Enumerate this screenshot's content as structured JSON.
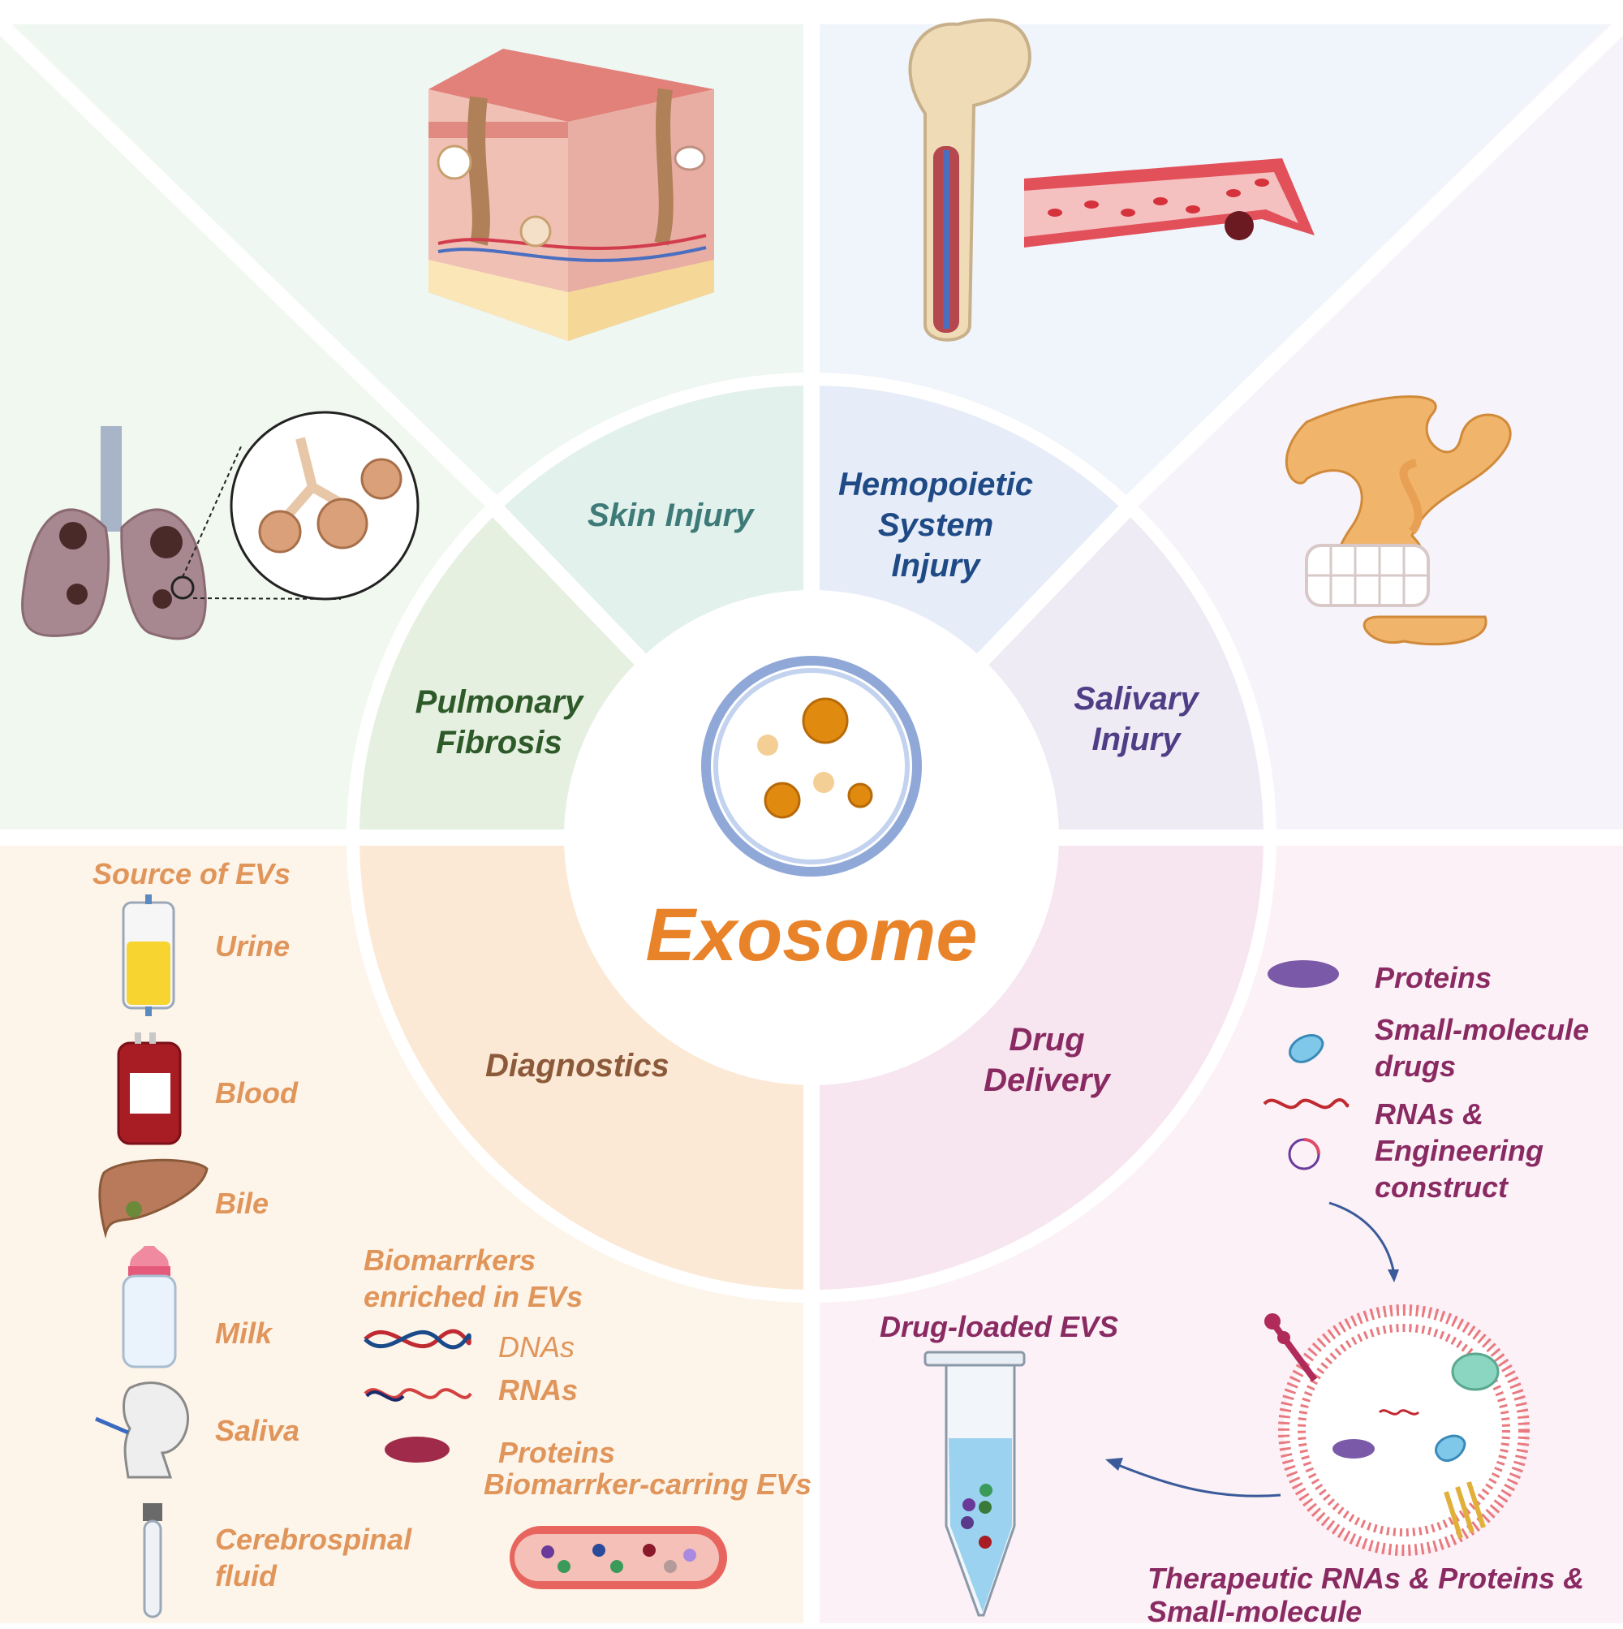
{
  "center": {
    "title": "Exosome"
  },
  "segments": {
    "skin": "Skin Injury",
    "hemo": [
      "Hemopoietic",
      "System",
      "Injury"
    ],
    "salivary": [
      "Salivary",
      "Injury"
    ],
    "pulmonary": [
      "Pulmonary",
      "Fibrosis"
    ],
    "diagnostics": "Diagnostics",
    "drug": [
      "Drug",
      "Delivery"
    ]
  },
  "diagnostics_panel": {
    "heading": "Source of EVs",
    "sources": [
      "Urine",
      "Blood",
      "Bile",
      "Milk",
      "Saliva",
      "Cerebrospinal",
      "fluid"
    ],
    "biomarkers_heading": [
      "Biomarrkers",
      "enriched in EVs"
    ],
    "biomarkers": [
      "DNAs",
      "RNAs",
      "Proteins"
    ],
    "carrying_label": "Biomarrker-carring EVs"
  },
  "drug_panel": {
    "cargo": [
      "Proteins",
      "Small-molecule",
      "drugs",
      "RNAs &",
      "Engineering",
      "construct"
    ],
    "loaded_label": "Drug-loaded EVS",
    "therapeutic_label": [
      "Therapeutic RNAs & Proteins &",
      "Small-molecule"
    ]
  },
  "colors": {
    "exosome_orange": "#e8832a",
    "skin_teal": "#3d7a78",
    "hemo_blue": "#1f4a86",
    "salivary_purple": "#4f3d86",
    "pulmonary_green": "#2e5a2a",
    "diagnostics_brown": "#8c5a3a",
    "drug_magenta": "#8a2a62",
    "panel_orange_text": "#e0955a"
  }
}
